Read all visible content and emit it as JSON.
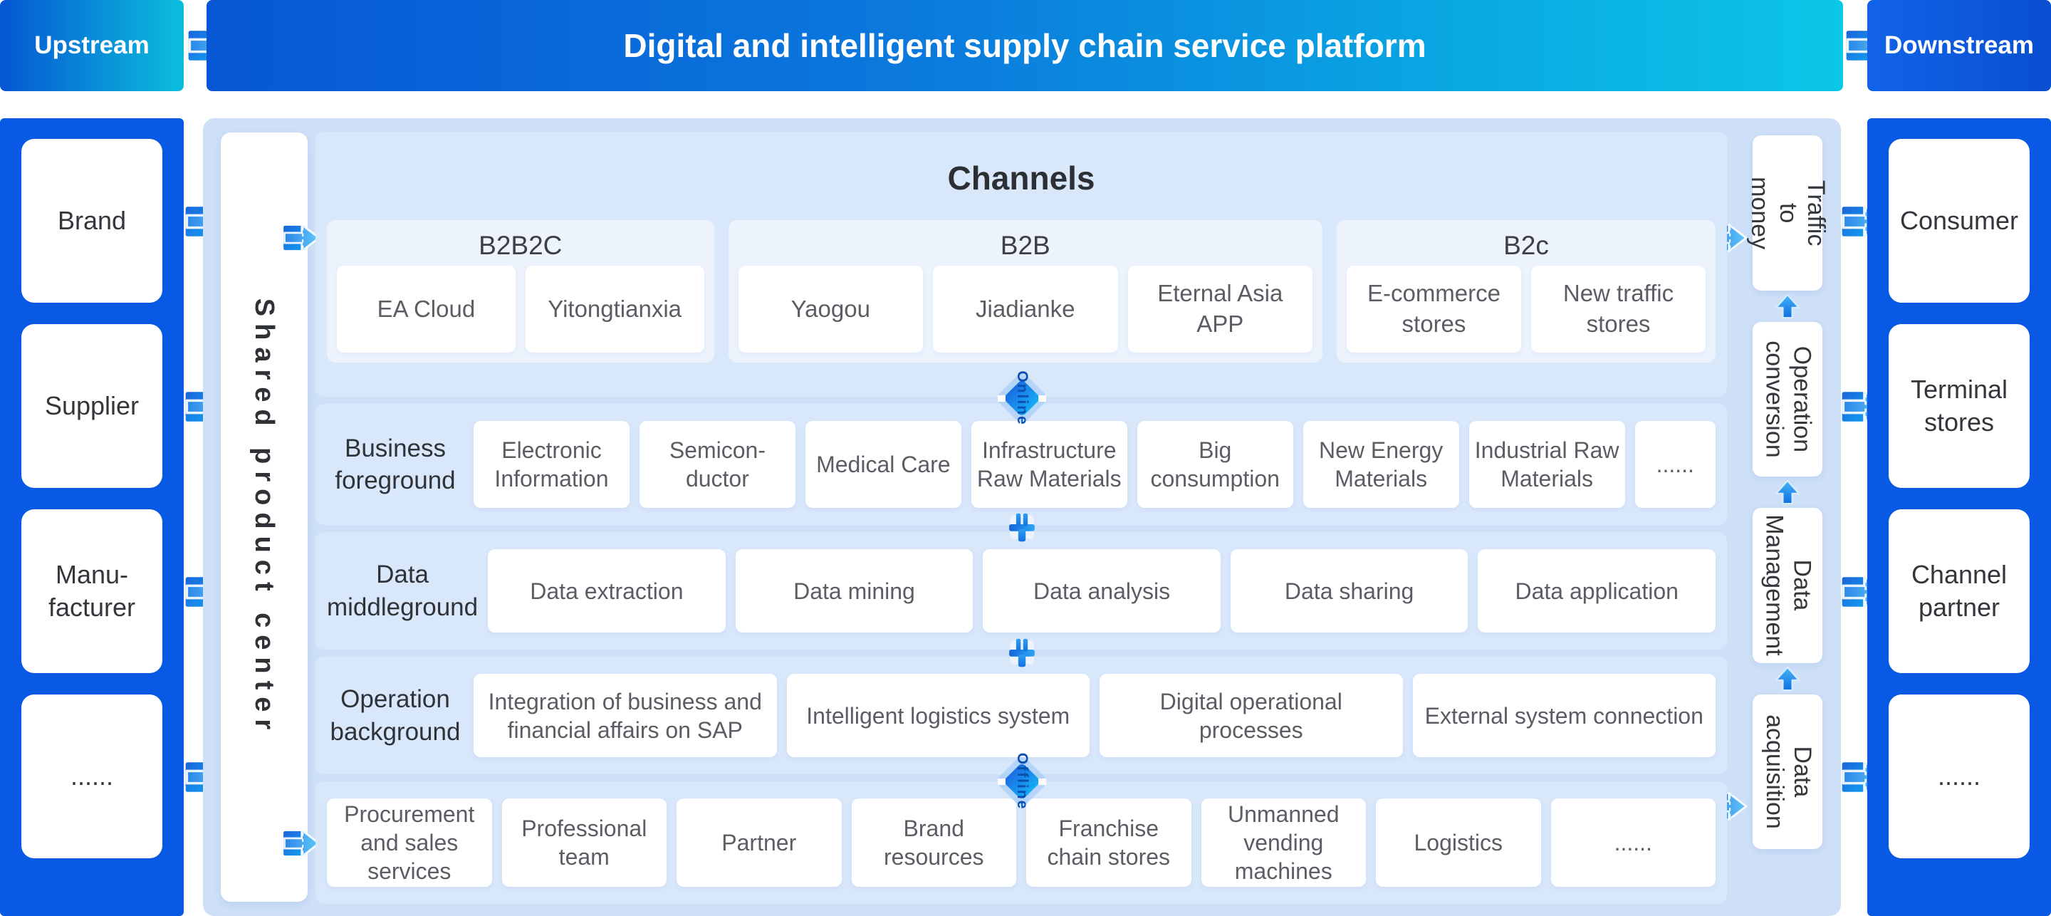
{
  "banner": {
    "upstream": "Upstream",
    "title": "Digital and intelligent supply chain service platform",
    "downstream": "Downstream"
  },
  "left_column": {
    "items": [
      "Brand",
      "Supplier",
      "Manu-facturer",
      "......"
    ]
  },
  "shared_bar": {
    "label": "Shared product center"
  },
  "channels": {
    "title": "Channels",
    "groups": [
      {
        "label": "B2B2C",
        "items": [
          "EA Cloud",
          "Yitongtianxia"
        ]
      },
      {
        "label": "B2B",
        "items": [
          "Yaogou",
          "Jiadianke",
          "Eternal Asia APP"
        ]
      },
      {
        "label": "B2c",
        "items": [
          "E-commerce stores",
          "New traffic stores"
        ]
      }
    ]
  },
  "rows": [
    {
      "label": "Business foreground",
      "items": [
        "Electronic Information",
        "Semicon-ductor",
        "Medical Care",
        "Infrastructure Raw Materials",
        "Big consumption",
        "New Energy Materials",
        "Industrial Raw Materials",
        "......"
      ]
    },
    {
      "label": "Data middleground",
      "items": [
        "Data extraction",
        "Data mining",
        "Data analysis",
        "Data sharing",
        "Data application"
      ]
    },
    {
      "label": "Operation background",
      "items": [
        "Integration of business and financial affairs on SAP",
        "Intelligent logistics system",
        "Digital operational processes",
        "External system connection"
      ]
    },
    {
      "label": "",
      "items": [
        "Procurement and sales services",
        "Professional team",
        "Partner",
        "Brand resources",
        "Franchise chain stores",
        "Unmanned vending machines",
        "Logistics",
        "......"
      ]
    }
  ],
  "connectors": {
    "online": "Online",
    "offline": "Offline"
  },
  "right_bars": {
    "items": [
      "Traffic to money",
      "Operation conversion",
      "Data Management",
      "Data acquisition"
    ]
  },
  "right_column": {
    "items": [
      "Consumer",
      "Terminal stores",
      "Channel partner",
      "......"
    ]
  },
  "colors": {
    "column_blue": "#0859e3",
    "banner_blue": "#0757d5",
    "banner_cyan": "#0cc6e6",
    "panel_bg": "#cee0f7",
    "row_bg": "#d9e7fb",
    "group_bg": "#ecf3fd",
    "arrow_blue": "#2a86e8",
    "diamond_text": "#0b4fb0"
  }
}
